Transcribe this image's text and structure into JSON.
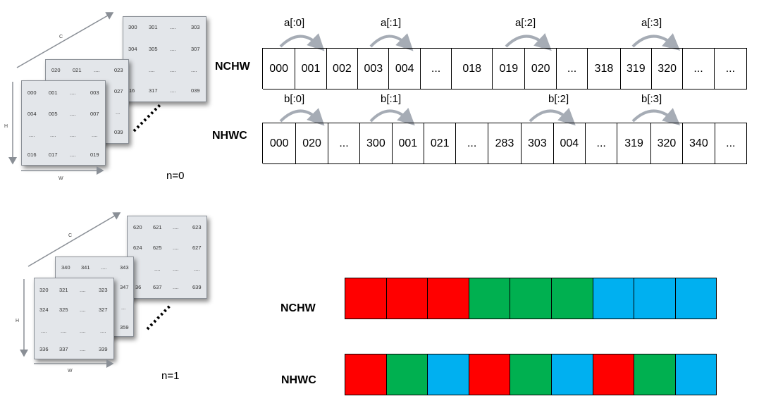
{
  "colors": {
    "red": "#ff0000",
    "green": "#00b050",
    "blue": "#00b0f0",
    "arrow": "#a6acb5",
    "card": "#e3e6ea"
  },
  "left": {
    "top": {
      "n_label": "n=0",
      "axis": {
        "c": "C",
        "h": "H",
        "w": "W"
      },
      "front": [
        [
          "000",
          "001",
          "....",
          "003"
        ],
        [
          "004",
          "005",
          "....",
          "007"
        ],
        [
          "....",
          "....",
          "....",
          "...."
        ],
        [
          "016",
          "017",
          "....",
          "019"
        ]
      ],
      "middle": {
        "row1": [
          "020",
          "021",
          "....",
          "023"
        ],
        "col": [
          "027",
          "...",
          "039"
        ]
      },
      "back": {
        "row1": [
          "300",
          "301",
          "....",
          "303"
        ],
        "row2": [
          "304",
          "305",
          "....",
          "307"
        ],
        "row3": [
          "....",
          "....",
          "....",
          "...."
        ],
        "row4": [
          "16",
          "317",
          "....",
          "039"
        ]
      }
    },
    "bottom": {
      "n_label": "n=1",
      "axis": {
        "c": "C",
        "h": "H",
        "w": "W"
      },
      "front": [
        [
          "320",
          "321",
          "....",
          "323"
        ],
        [
          "324",
          "325",
          "....",
          "327"
        ],
        [
          "....",
          "....",
          "....",
          "...."
        ],
        [
          "336",
          "337",
          "....",
          "339"
        ]
      ],
      "middle": {
        "row1": [
          "340",
          "341",
          "....",
          "343"
        ],
        "col": [
          "347",
          "...",
          "359"
        ]
      },
      "back": {
        "row1": [
          "620",
          "621",
          "....",
          "623"
        ],
        "row2": [
          "624",
          "625",
          "....",
          "627"
        ],
        "row3": [
          "....",
          "....",
          "....",
          "...."
        ],
        "row4": [
          "36",
          "637",
          "....",
          "639"
        ]
      }
    }
  },
  "nchw_row": {
    "label": "NCHW",
    "cells": [
      "000",
      "001",
      "002",
      "003",
      "004",
      "...",
      "018",
      "019",
      "020",
      "...",
      "318",
      "319",
      "320",
      "...",
      "..."
    ],
    "annotations": [
      "a[:0]",
      "a[:1]",
      "a[:2]",
      "a[:3]"
    ]
  },
  "nhwc_row": {
    "label": "NHWC",
    "cells": [
      "000",
      "020",
      "...",
      "300",
      "001",
      "021",
      "...",
      "283",
      "303",
      "004",
      "...",
      "319",
      "320",
      "340",
      "..."
    ],
    "annotations": [
      "b[:0]",
      "b[:1]",
      "b[:2]",
      "b[:3]"
    ]
  },
  "color_nchw": {
    "label": "NCHW",
    "cells": [
      "red",
      "red",
      "red",
      "green",
      "green",
      "green",
      "blue",
      "blue",
      "blue"
    ]
  },
  "color_nhwc": {
    "label": "NHWC",
    "cells": [
      "red",
      "green",
      "blue",
      "red",
      "green",
      "blue",
      "red",
      "green",
      "blue"
    ]
  }
}
